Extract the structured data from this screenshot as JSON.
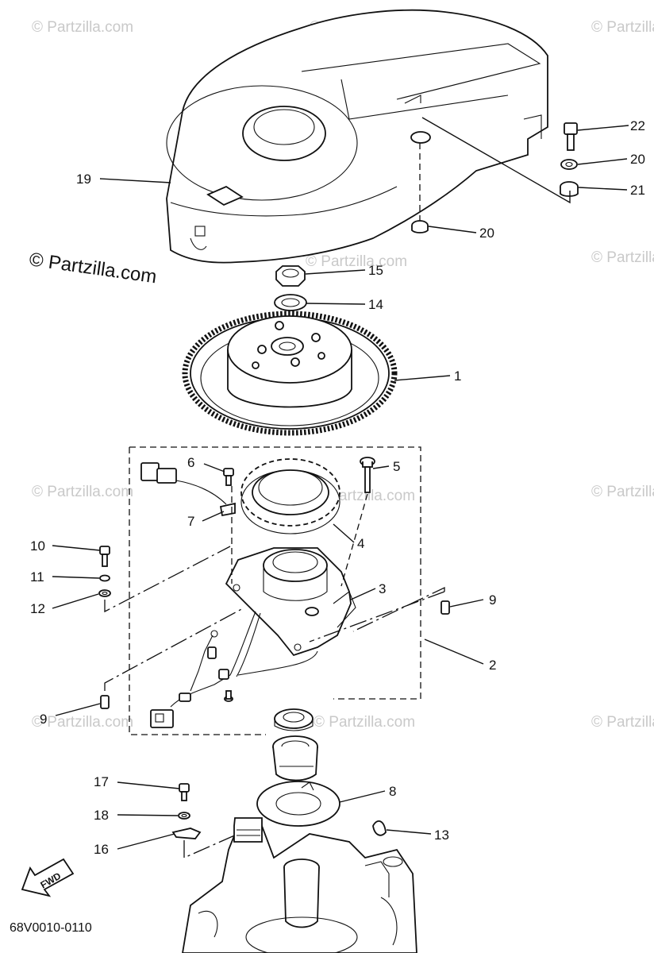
{
  "diagram": {
    "drawing_code": "68V0010-0110",
    "fwd_label": "FWD",
    "watermark_main": "© Partzilla.com",
    "watermark_repeat": "© Partzilla.com",
    "callouts": [
      "1",
      "2",
      "3",
      "4",
      "5",
      "6",
      "7",
      "8",
      "9",
      "9",
      "10",
      "11",
      "12",
      "13",
      "14",
      "15",
      "16",
      "17",
      "18",
      "19",
      "20",
      "20",
      "21",
      "22"
    ]
  },
  "colors": {
    "line": "#111111",
    "watermark": "#c9c9c9",
    "background": "#ffffff"
  }
}
